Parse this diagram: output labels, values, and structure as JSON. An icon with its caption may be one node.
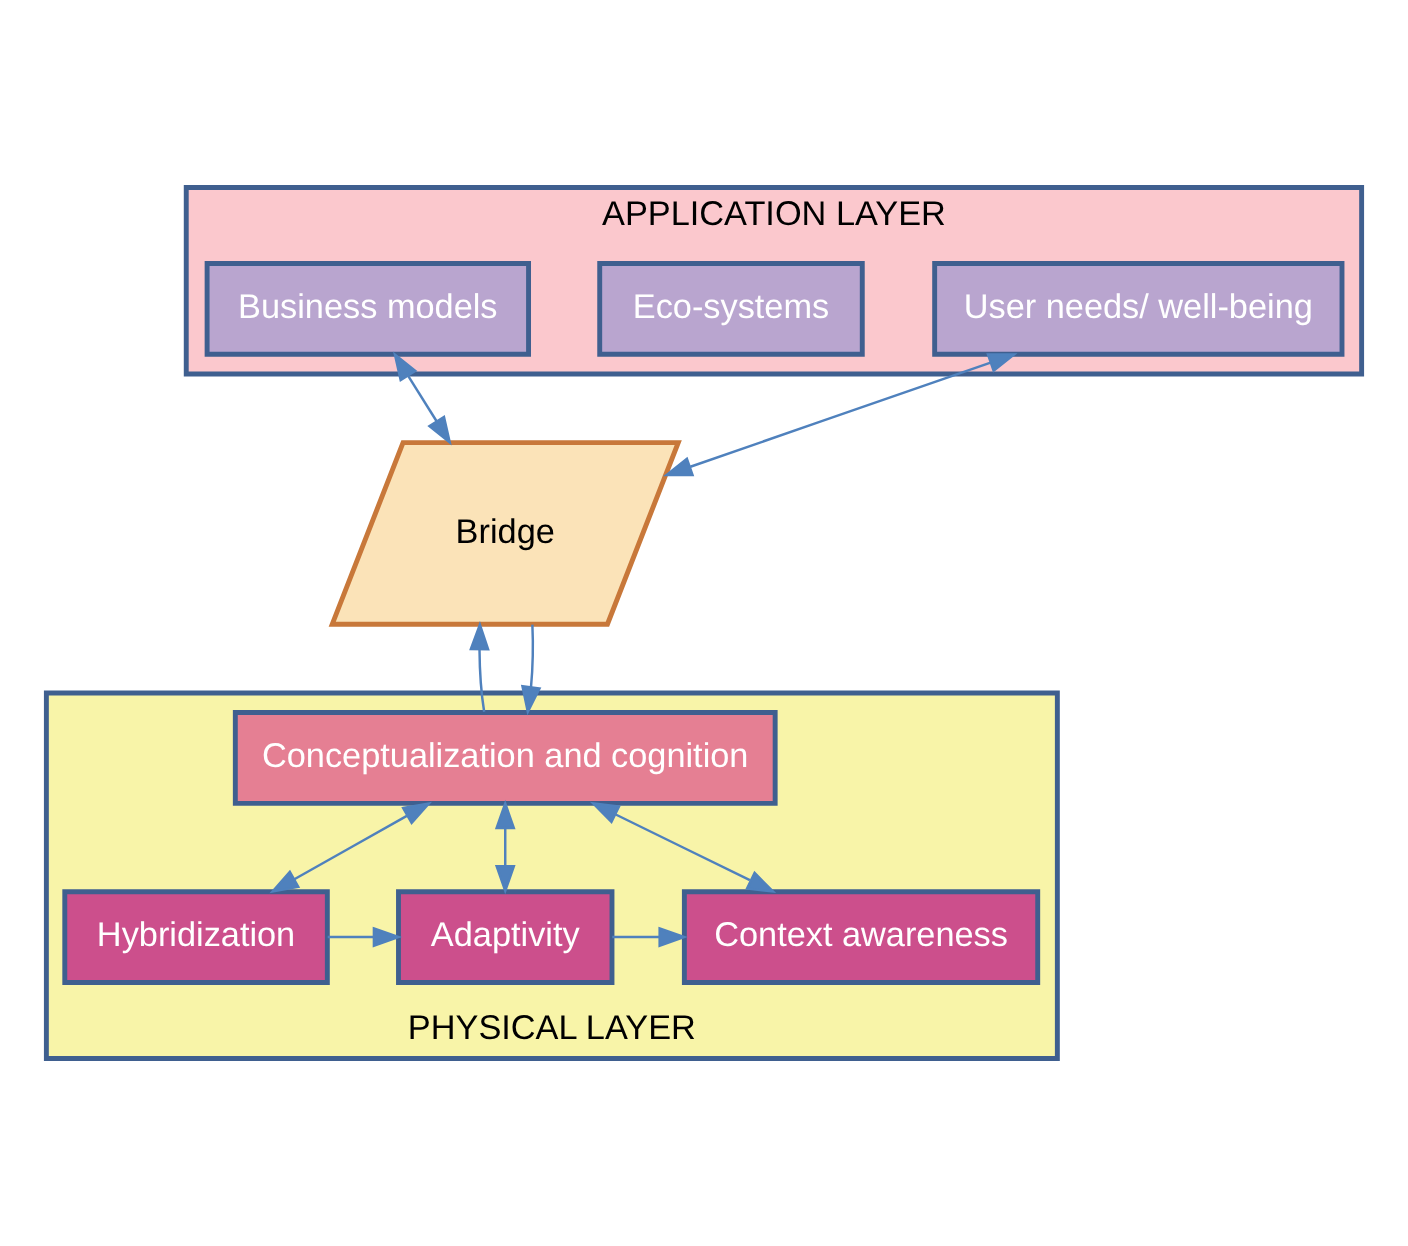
{
  "diagram": {
    "nodes": [
      {
        "text": [
          "APPLICATION LAYER"
        ]
      },
      {
        "text": [
          "User needs/ well-being"
        ],
        "in": 0
      },
      {
        "text": [
          "Eco-systems"
        ],
        "in": 0
      },
      {
        "text": [
          "Business models"
        ],
        "in": 0
      },
      {
        "text": [
          "Bridge"
        ]
      },
      {
        "text": [
          "PHYSICAL LAYER"
        ]
      },
      {
        "text": [
          "Conceptualization and cognition"
        ],
        "in": 5
      },
      {
        "text": [
          "Hybridization"
        ],
        "in": 5
      },
      {
        "text": [
          "Adaptivity"
        ],
        "in": 5
      },
      {
        "text": [
          "Context awareness"
        ],
        "in": 5
      }
    ],
    "edges": [
      {
        "from": 1,
        "to": 4,
        "arrow": "both"
      },
      {
        "from": 3,
        "to": 4,
        "arrow": "both"
      },
      {
        "from": 4,
        "to": 6,
        "arrow": "to"
      },
      {
        "from": 6,
        "to": 4,
        "arrow": "to"
      },
      {
        "from": 6,
        "to": 7,
        "arrow": "both"
      },
      {
        "from": 6,
        "to": 8,
        "arrow": "both"
      },
      {
        "from": 6,
        "to": 9,
        "arrow": "both"
      },
      {
        "from": 7,
        "to": 8,
        "arrow": "to"
      },
      {
        "from": 8,
        "to": 9,
        "arrow": "to"
      }
    ]
  }
}
